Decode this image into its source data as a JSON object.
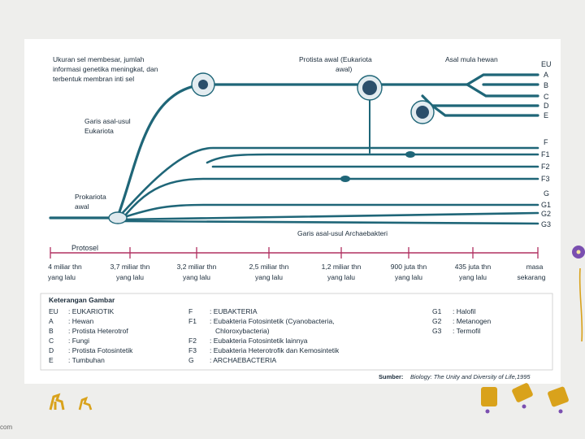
{
  "diagram": {
    "notes": {
      "top_left": [
        "Ukuran sel membesar, jumlah",
        "informasi genetika meningkat, dan",
        "terbentuk membran inti sel"
      ],
      "protista": [
        "Protista awal (Eukariota",
        "awal)"
      ],
      "hewan": "Asal mula hewan",
      "garis_euk": [
        "Garis asal-usul",
        "Eukariota"
      ],
      "prokariota": [
        "Prokariota",
        "awal"
      ],
      "archae": "Garis asal-usul Archaebakteri"
    },
    "branch_labels": [
      "EU",
      "A",
      "B",
      "C",
      "D",
      "E",
      "F",
      "F1",
      "F2",
      "F3",
      "G",
      "G1",
      "G2",
      "G3"
    ],
    "timeline": {
      "protosel": "Protosel",
      "ticks": [
        {
          "line1": "4 miliar thn",
          "line2": "yang lalu"
        },
        {
          "line1": "3,7 miliar thn",
          "line2": "yang lalu"
        },
        {
          "line1": "3,2 miliar thn",
          "line2": "yang lalu"
        },
        {
          "line1": "2,5 miliar thn",
          "line2": "yang lalu"
        },
        {
          "line1": "1,2 miliar thn",
          "line2": "yang lalu"
        },
        {
          "line1": "900 juta thn",
          "line2": "yang lalu"
        },
        {
          "line1": "435 juta thn",
          "line2": "yang lalu"
        },
        {
          "line1": "masa",
          "line2": "sekarang"
        }
      ]
    },
    "legend": {
      "title": "Keterangan Gambar",
      "col1": [
        {
          "code": "EU",
          "desc": ": EUKARIOTIK"
        },
        {
          "code": "A",
          "desc": ": Hewan"
        },
        {
          "code": "B",
          "desc": ": Protista Heterotrof"
        },
        {
          "code": "C",
          "desc": ": Fungi"
        },
        {
          "code": "D",
          "desc": ": Protista Fotosintetik"
        },
        {
          "code": "E",
          "desc": ": Tumbuhan"
        }
      ],
      "col2": [
        {
          "code": "F",
          "desc": ": EUBAKTERIA"
        },
        {
          "code": "F1",
          "desc": ": Eubakteria Fotosintetik (Cyanobacteria,"
        },
        {
          "code": "",
          "desc": "Chloroxybacteria)"
        },
        {
          "code": "F2",
          "desc": ": Eubakteria Fotosintetik lainnya"
        },
        {
          "code": "F3",
          "desc": ": Eubakteria Heterotrofik dan Kemosintetik"
        },
        {
          "code": "G",
          "desc": ": ARCHAEBACTERIA"
        }
      ],
      "col3": [
        {
          "code": "G1",
          "desc": ": Halofil"
        },
        {
          "code": "G2",
          "desc": ": Metanogen"
        },
        {
          "code": "G3",
          "desc": ": Termofil"
        }
      ]
    },
    "source_label": "Sumber:",
    "source_text": "Biology: The Unity and Diversity of Life,1995"
  },
  "footer_credit": "com",
  "colors": {
    "line": "#1f6678",
    "tick": "#b03060",
    "text": "#1a2b3a",
    "accent": "#7a4fb0",
    "gold": "#d9a21b"
  }
}
